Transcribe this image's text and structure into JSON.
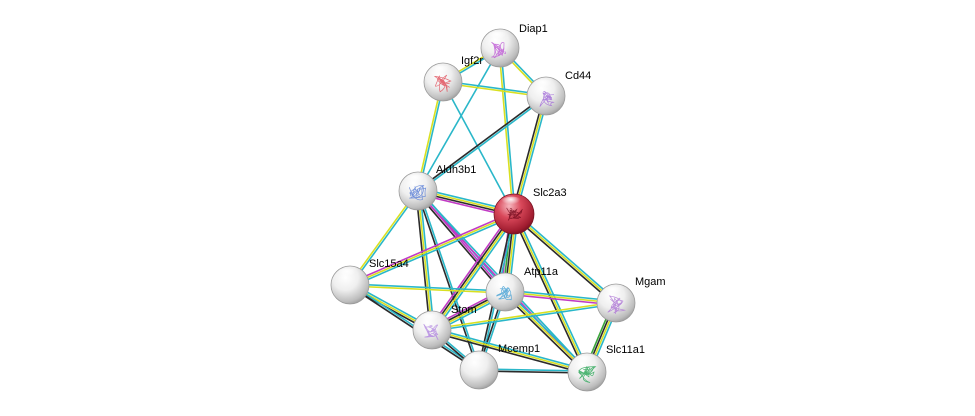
{
  "nodes": [
    {
      "id": "Diap1",
      "label": "Diap1",
      "query": false,
      "structure": true
    },
    {
      "id": "Igf2r",
      "label": "Igf2r",
      "query": false,
      "structure": true
    },
    {
      "id": "Cd44",
      "label": "Cd44",
      "query": false,
      "structure": true
    },
    {
      "id": "Aldh3b1",
      "label": "Aldh3b1",
      "query": false,
      "structure": true
    },
    {
      "id": "Slc2a3",
      "label": "Slc2a3",
      "query": true,
      "structure": true
    },
    {
      "id": "Slc15a4",
      "label": "Slc15a4",
      "query": false,
      "structure": false
    },
    {
      "id": "Atp11a",
      "label": "Atp11a",
      "query": false,
      "structure": true
    },
    {
      "id": "Mgam",
      "label": "Mgam",
      "query": false,
      "structure": true
    },
    {
      "id": "Stom",
      "label": "Stom",
      "query": false,
      "structure": true
    },
    {
      "id": "Mcemp1",
      "label": "Mcemp1",
      "query": false,
      "structure": false
    },
    {
      "id": "Slc11a1",
      "label": "Slc11a1",
      "query": false,
      "structure": true
    }
  ],
  "edges": [
    {
      "source": "Diap1",
      "target": "Igf2r",
      "evidence": [
        "cyan",
        "yellow"
      ]
    },
    {
      "source": "Diap1",
      "target": "Cd44",
      "evidence": [
        "cyan",
        "yellow"
      ]
    },
    {
      "source": "Diap1",
      "target": "Slc2a3",
      "evidence": [
        "cyan",
        "yellow"
      ]
    },
    {
      "source": "Diap1",
      "target": "Aldh3b1",
      "evidence": [
        "cyan"
      ]
    },
    {
      "source": "Igf2r",
      "target": "Cd44",
      "evidence": [
        "cyan",
        "yellow"
      ]
    },
    {
      "source": "Igf2r",
      "target": "Aldh3b1",
      "evidence": [
        "cyan",
        "yellow"
      ]
    },
    {
      "source": "Igf2r",
      "target": "Slc2a3",
      "evidence": [
        "cyan"
      ]
    },
    {
      "source": "Cd44",
      "target": "Slc2a3",
      "evidence": [
        "cyan",
        "yellow",
        "black"
      ]
    },
    {
      "source": "Cd44",
      "target": "Aldh3b1",
      "evidence": [
        "cyan",
        "black"
      ]
    },
    {
      "source": "Aldh3b1",
      "target": "Slc2a3",
      "evidence": [
        "cyan",
        "yellow",
        "black",
        "magenta"
      ]
    },
    {
      "source": "Aldh3b1",
      "target": "Slc15a4",
      "evidence": [
        "cyan",
        "yellow"
      ]
    },
    {
      "source": "Aldh3b1",
      "target": "Atp11a",
      "evidence": [
        "cyan",
        "magenta",
        "black"
      ]
    },
    {
      "source": "Aldh3b1",
      "target": "Stom",
      "evidence": [
        "cyan",
        "yellow",
        "black"
      ]
    },
    {
      "source": "Aldh3b1",
      "target": "Mcemp1",
      "evidence": [
        "cyan",
        "black"
      ]
    },
    {
      "source": "Aldh3b1",
      "target": "Slc11a1",
      "evidence": [
        "cyan",
        "magenta"
      ]
    },
    {
      "source": "Slc2a3",
      "target": "Slc15a4",
      "evidence": [
        "cyan",
        "yellow",
        "magenta"
      ]
    },
    {
      "source": "Slc2a3",
      "target": "Atp11a",
      "evidence": [
        "cyan",
        "yellow",
        "black",
        "green",
        "magenta"
      ]
    },
    {
      "source": "Slc2a3",
      "target": "Mgam",
      "evidence": [
        "cyan",
        "yellow",
        "black"
      ]
    },
    {
      "source": "Slc2a3",
      "target": "Stom",
      "evidence": [
        "cyan",
        "yellow",
        "black",
        "magenta"
      ]
    },
    {
      "source": "Slc2a3",
      "target": "Mcemp1",
      "evidence": [
        "cyan",
        "black"
      ]
    },
    {
      "source": "Slc2a3",
      "target": "Slc11a1",
      "evidence": [
        "cyan",
        "yellow",
        "black"
      ]
    },
    {
      "source": "Slc15a4",
      "target": "Atp11a",
      "evidence": [
        "cyan",
        "yellow"
      ]
    },
    {
      "source": "Slc15a4",
      "target": "Stom",
      "evidence": [
        "cyan",
        "yellow",
        "black"
      ]
    },
    {
      "source": "Slc15a4",
      "target": "Mcemp1",
      "evidence": [
        "cyan",
        "black"
      ]
    },
    {
      "source": "Atp11a",
      "target": "Mgam",
      "evidence": [
        "cyan",
        "yellow",
        "magenta"
      ]
    },
    {
      "source": "Atp11a",
      "target": "Stom",
      "evidence": [
        "cyan",
        "yellow",
        "black",
        "magenta"
      ]
    },
    {
      "source": "Atp11a",
      "target": "Mcemp1",
      "evidence": [
        "cyan",
        "black"
      ]
    },
    {
      "source": "Atp11a",
      "target": "Slc11a1",
      "evidence": [
        "cyan",
        "yellow",
        "black"
      ]
    },
    {
      "source": "Mgam",
      "target": "Stom",
      "evidence": [
        "cyan",
        "yellow"
      ]
    },
    {
      "source": "Mgam",
      "target": "Slc11a1",
      "evidence": [
        "cyan",
        "yellow",
        "black",
        "green"
      ]
    },
    {
      "source": "Stom",
      "target": "Mcemp1",
      "evidence": [
        "cyan",
        "black"
      ]
    },
    {
      "source": "Stom",
      "target": "Slc11a1",
      "evidence": [
        "cyan",
        "yellow",
        "black"
      ]
    },
    {
      "source": "Mcemp1",
      "target": "Slc11a1",
      "evidence": [
        "cyan",
        "black"
      ]
    }
  ],
  "colors": {
    "cyan": "#2ab7c9",
    "yellow": "#d9e021",
    "black": "#2b2b2b",
    "magenta": "#c13bc4",
    "green": "#3aa63a",
    "query_node": "#cc3344",
    "node": "#d9d9d9"
  }
}
